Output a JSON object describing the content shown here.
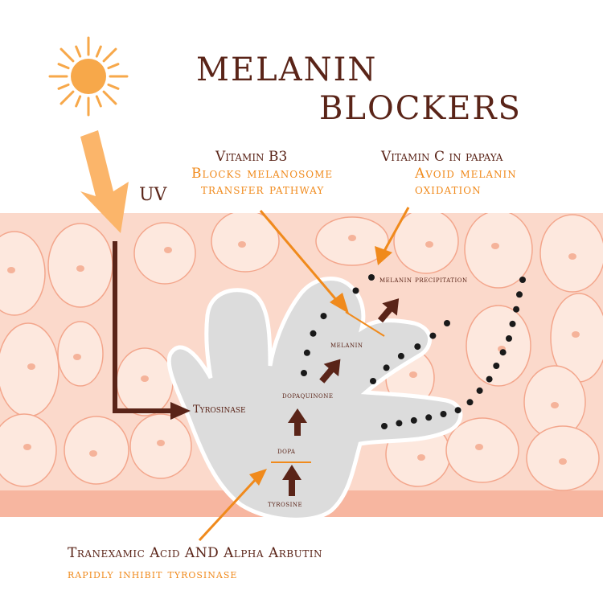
{
  "title": {
    "line1": "MELANIN",
    "line2": "BLOCKERS"
  },
  "uv_label": "UV",
  "callouts": {
    "b3": {
      "title": "Vitamin B3",
      "line1": "Blocks melanosome",
      "line2": "transfer pathway"
    },
    "vitamin_c": {
      "title": "Vitamin C in papaya",
      "line1": "Avoid melanin",
      "line2": "oxidation"
    },
    "tranexamic": {
      "title": "Tranexamic Acid AND Alpha Arbutin",
      "subtitle": "rapidly inhibit tyrosinase"
    }
  },
  "pathway": {
    "tyrosine": "tyrosine",
    "dopa": "dopa",
    "dopaquinone": "dopaquinone",
    "melanin": "melanin",
    "melanin_precipitation": "melanin precipitation",
    "tyrosinase": "Tyrosinase"
  },
  "colors": {
    "skin_band": "#fbd9cb",
    "skin_bottom": "#f7b6a0",
    "cell_fill": "#fde8de",
    "cell_stroke": "#f3a68c",
    "hand_fill": "#dcdcdc",
    "dark_brown": "#5a2418",
    "orange": "#f08a1c",
    "sun": "#f7a84a",
    "uv_arrow": "#fbb56a"
  },
  "icons": [
    "sun-icon",
    "uv-arrow-icon",
    "melanocyte-hand-icon",
    "skin-cell-icon"
  ]
}
